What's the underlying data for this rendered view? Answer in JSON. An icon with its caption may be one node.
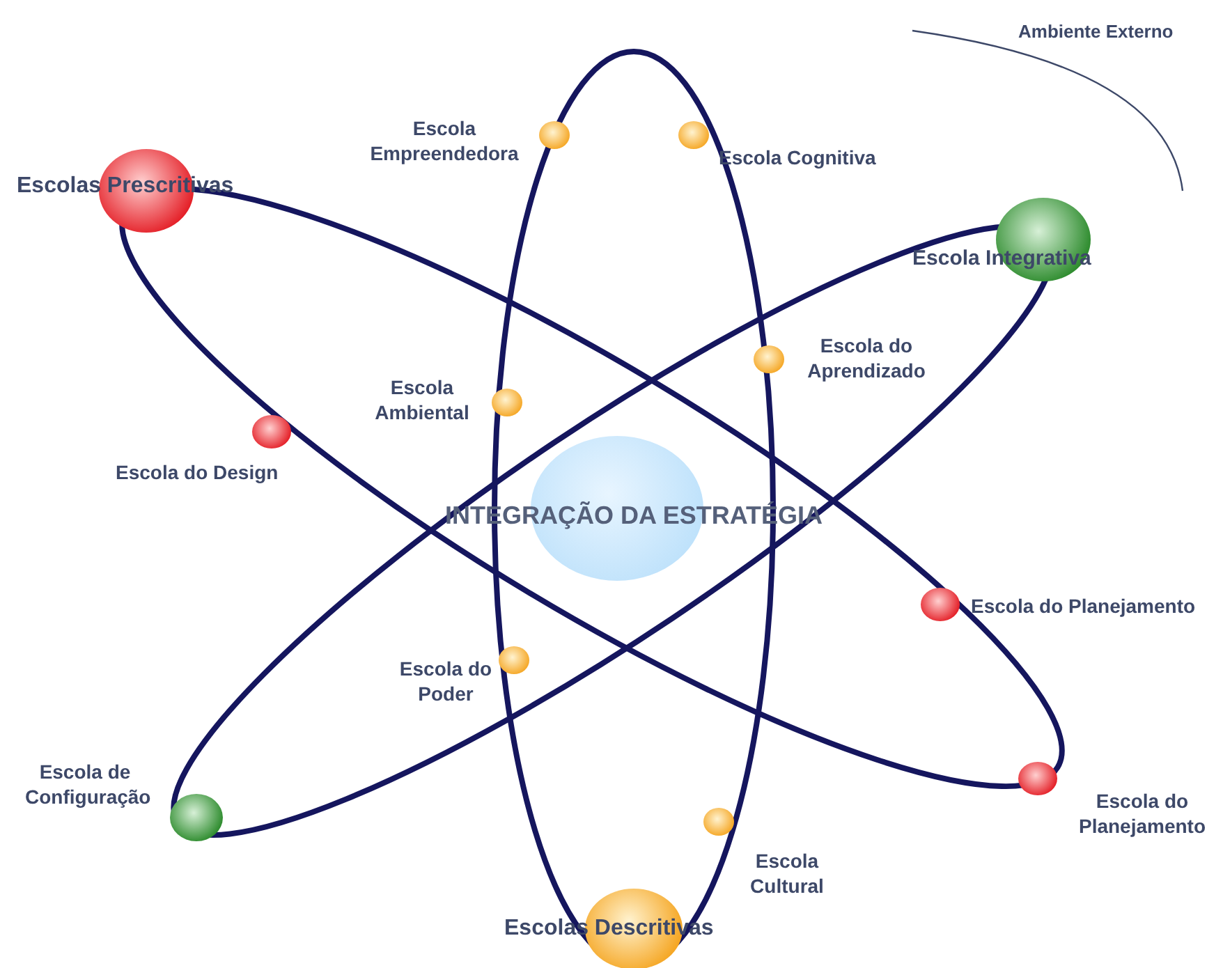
{
  "diagram": {
    "nodes": [
      {
        "text": [
          "Escola Empreendedora"
        ]
      },
      {
        "text": [
          "Escola Cognitiva"
        ]
      },
      {
        "text": [
          "Escolas Prescritivas"
        ]
      },
      {
        "text": [
          "Escola Integrativa"
        ]
      },
      {
        "text": [
          "Escola do Aprendizado"
        ]
      },
      {
        "text": [
          "Escola Ambiental"
        ]
      },
      {
        "text": [
          "Escola do Design"
        ]
      },
      {
        "text": [
          "INTEGRAÇÃO DA ESTRATÉGIA"
        ]
      },
      {
        "text": [
          "Escola do Planejamento"
        ]
      },
      {
        "text": [
          "Escola do Poder"
        ]
      },
      {
        "text": [
          "Escola de Configuração"
        ]
      },
      {
        "text": [
          "Escola do Planejamento"
        ]
      },
      {
        "text": [
          "Escola Cultural"
        ]
      },
      {
        "text": [
          "Escolas Descritivas"
        ]
      }
    ],
    "labels": [
      "Ambiente Externo"
    ]
  }
}
